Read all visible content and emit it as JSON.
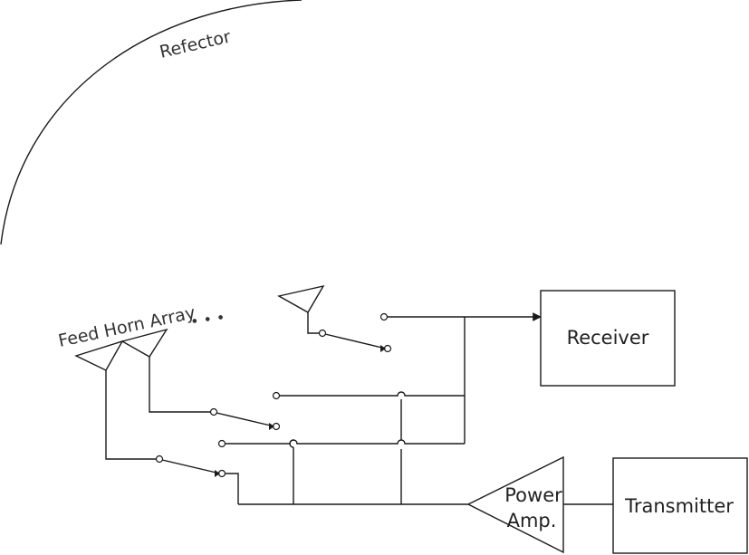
{
  "labels": {
    "reflector": "Refector",
    "feed_horn_array": "Feed Horn Array",
    "ellipsis": "• • •"
  },
  "blocks": {
    "receiver": "Receiver",
    "transmitter": "Transmitter",
    "power_amp_line1": "Power",
    "power_amp_line2": "Amp."
  },
  "colors": {
    "line": "#1a1a1a",
    "text": "#333333"
  }
}
